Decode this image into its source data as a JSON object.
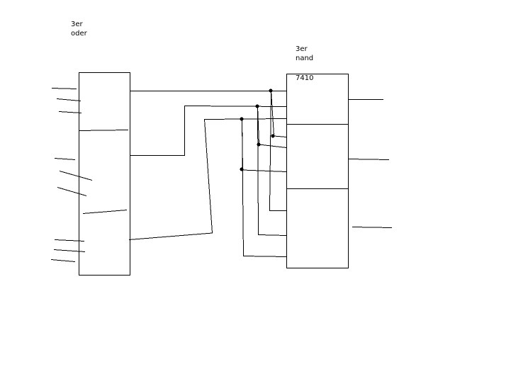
{
  "labels": {
    "or_gate_line1": "3er",
    "or_gate_line2": "oder",
    "nand_gate_line1": "3er",
    "nand_gate_line2": "nand",
    "nand_chip_id": "7410"
  },
  "colors": {
    "background": "#ffffff",
    "line": "#000000"
  }
}
